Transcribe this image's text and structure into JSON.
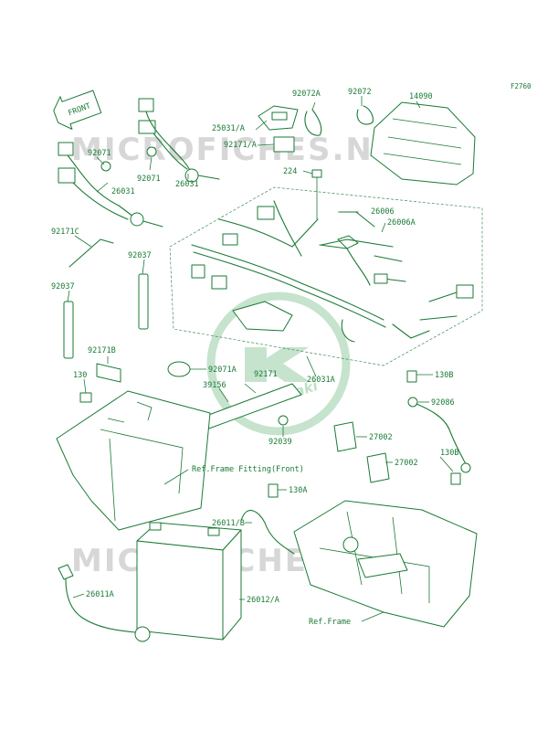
{
  "figure_code": "F2760",
  "front_label": "FRONT",
  "watermark_text": "MICROFICHES.NET",
  "logo_text": "Kawasaki",
  "colors": {
    "line": "#1a7a35",
    "watermark": "#c9c9c9",
    "background": "#ffffff"
  },
  "callouts": {
    "c92072A": "92072A",
    "c92072": "92072",
    "c14090": "14090",
    "c25031A": "25031/A",
    "c92171A": "92171/A",
    "c224": "224",
    "c92071a": "92071",
    "c92071b": "92071",
    "c26031a": "26031",
    "c26031b": "26031",
    "c26006": "26006",
    "c26006A": "26006A",
    "c92171C": "92171C",
    "c92037a": "92037",
    "c92037b": "92037",
    "c92171B": "92171B",
    "c130": "130",
    "c92071A": "92071A",
    "c92171": "92171",
    "c39156": "39156",
    "c26031A": "26031A",
    "c130Ba": "130B",
    "c92086": "92086",
    "c92039": "92039",
    "c27002a": "27002",
    "c27002b": "27002",
    "c130Bb": "130B",
    "cRefFront": "Ref.Frame Fitting(Front)",
    "c130A": "130A",
    "c26011B": "26011/B",
    "c26012A": "26012/A",
    "c26011A": "26011A",
    "cRefFrame": "Ref.Frame"
  }
}
